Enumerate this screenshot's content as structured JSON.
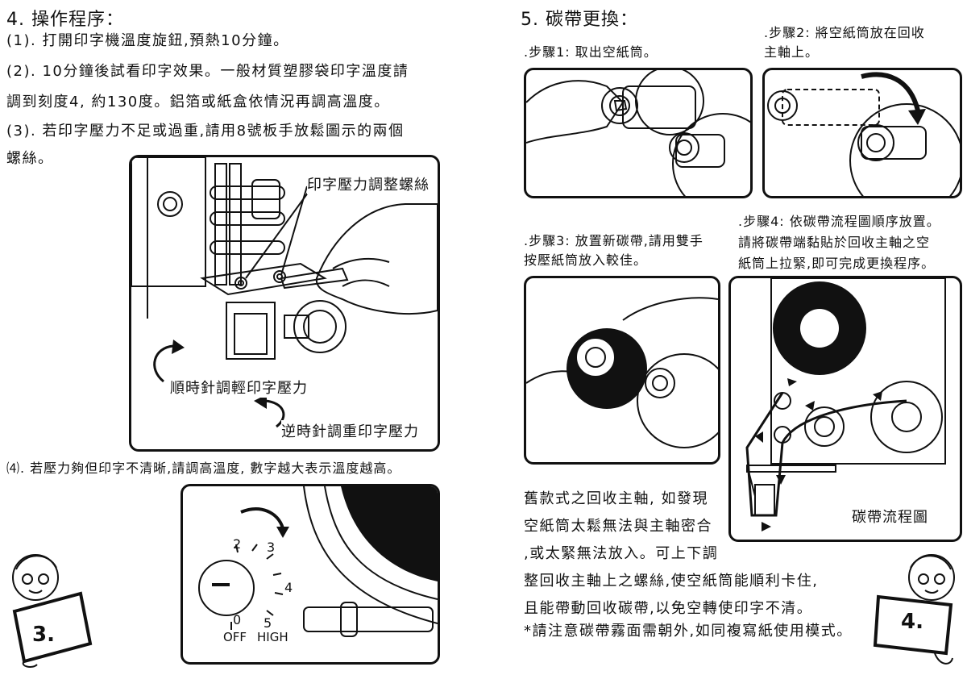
{
  "left": {
    "heading": "4. 操作程序：",
    "p1": "(1). 打開印字機溫度旋鈕,預熱10分鐘。",
    "p2a": "(2). 10分鐘後試看印字效果。一般材質塑膠袋印字溫度請",
    "p2b": "調到刻度4, 約130度。鋁箔或紙盒依情況再調高溫度。",
    "p3a": "(3). 若印字壓力不足或過重,請用8號板手放鬆圖示的兩個",
    "p3b": "螺絲。",
    "fig1": {
      "label_screws": "印字壓力調整螺絲",
      "label_cw": "順時針調輕印字壓力",
      "label_ccw": "逆時針調重印字壓力"
    },
    "p4": "⑷. 若壓力夠但印字不清晰,請調高溫度, 數字越大表示溫度越高。",
    "dial": {
      "ticks": [
        "2",
        "3",
        "4",
        "0",
        "5"
      ],
      "off": "OFF",
      "high": "HIGH"
    },
    "badge": "3."
  },
  "right": {
    "heading": "5. 碳帶更換：",
    "step1": ".步驟1: 取出空紙筒。",
    "step2a": ".步驟2: 將空紙筒放在回收",
    "step2b": "主軸上。",
    "step3a": ".步驟3: 放置新碳帶,請用雙手",
    "step3b": "按壓紙筒放入較佳。",
    "step4a": ".步驟4: 依碳帶流程圖順序放置。",
    "step4b": "請將碳帶端黏貼於回收主軸之空",
    "step4c": "紙筒上拉緊,即可完成更換程序。",
    "flow_label": "碳帶流程圖",
    "note1": "舊款式之回收主軸, 如發現",
    "note2": "空紙筒太鬆無法與主軸密合",
    "note3": ",或太緊無法放入。可上下調",
    "note4": "整回收主軸上之螺絲,使空紙筒能順利卡住,",
    "note5": "且能帶動回收碳帶,以免空轉使印字不清。",
    "note6": "*請注意碳帶霧面需朝外,如同複寫紙使用模式。",
    "badge": "4."
  }
}
